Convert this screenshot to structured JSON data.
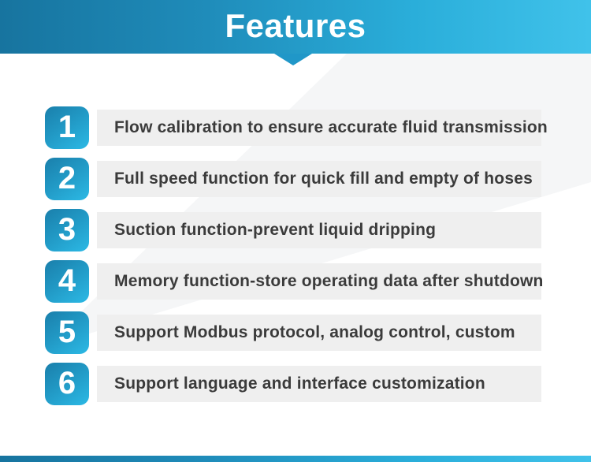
{
  "header": {
    "title": "Features"
  },
  "features": {
    "items": [
      {
        "number": "1",
        "label": "Flow calibration to ensure accurate fluid transmission"
      },
      {
        "number": "2",
        "label": "Full speed function for quick fill and empty of hoses"
      },
      {
        "number": "3",
        "label": "Suction function-prevent liquid dripping"
      },
      {
        "number": "4",
        "label": "Memory function-store operating data after shutdown"
      },
      {
        "number": "5",
        "label": "Support Modbus protocol, analog control, custom"
      },
      {
        "number": "6",
        "label": "Support language and interface customization"
      }
    ]
  },
  "colors": {
    "banner_gradient_left": "#17749f",
    "banner_gradient_right": "#40c2ea",
    "notch_blue": "#2097c8",
    "badge_gradient_top": "#1a7fab",
    "badge_gradient_bottom": "#2cb9e5",
    "bar_background": "#efefef",
    "bar_text": "#3b3b3b",
    "background_wedge": "#f5f6f7",
    "page_background": "#ffffff"
  }
}
